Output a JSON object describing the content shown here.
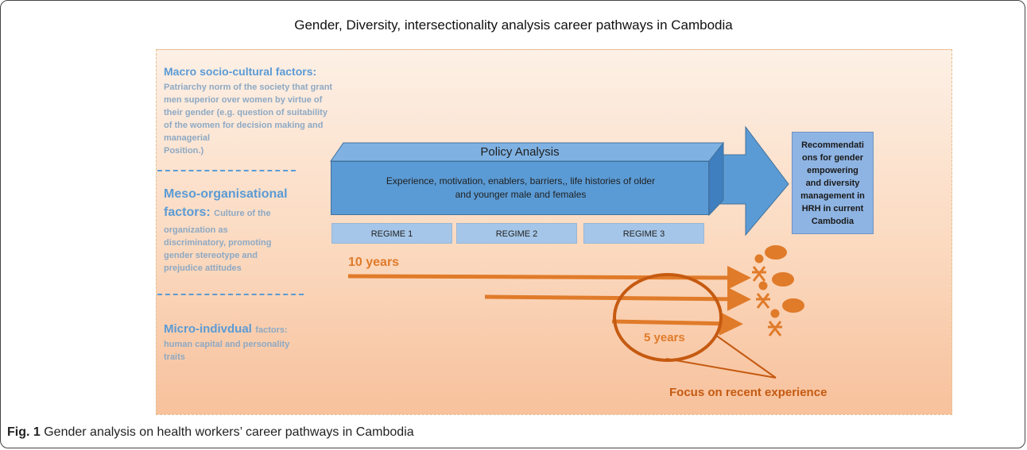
{
  "title": "Gender, Diversity, intersectionality analysis career pathways in Cambodia",
  "factors": {
    "macro": {
      "heading": "Macro socio-cultural factors:",
      "body_lines": [
        "Patriarchy norm of the society that grant",
        "men superior over women by virtue of",
        "their gender (e.g. question of suitability",
        "of the women for decision making and",
        "managerial",
        "Position.)"
      ]
    },
    "meso": {
      "heading_line1": "Meso-organisational",
      "heading_line2": "factors:",
      "body_inline": "Culture of the",
      "body_lines": [
        "organization as",
        "discriminatory, promoting",
        "gender stereotype and",
        "prejudice attitudes"
      ]
    },
    "micro": {
      "heading": "Micro-indivdual",
      "heading_suffix": "factors:",
      "body_lines": [
        "human capital and personality",
        "traits"
      ]
    }
  },
  "policy": {
    "title": "Policy Analysis",
    "text_line1": "Experience, motivation, enablers, barriers,, life histories of older",
    "text_line2": "and younger male and females"
  },
  "regimes": [
    "REGIME 1",
    "REGIME 2",
    "REGIME 3"
  ],
  "recommendation": {
    "lines": [
      "Recommendati",
      "ons for gender",
      "empowering",
      "and diversity",
      "management in",
      "HRH in current",
      "Cambodia"
    ]
  },
  "timeline": {
    "label_10": "10 years",
    "label_5": "5 years",
    "focus": "Focus on recent experience"
  },
  "caption": {
    "prefix": "Fig. 1",
    "text": " Gender analysis on health workers’ career pathways in Cambodia"
  },
  "colors": {
    "blue": "#5b9bd5",
    "orange": "#e07b2a",
    "panel_light": "#fdf0e6",
    "panel_dark": "#f7c19c"
  }
}
